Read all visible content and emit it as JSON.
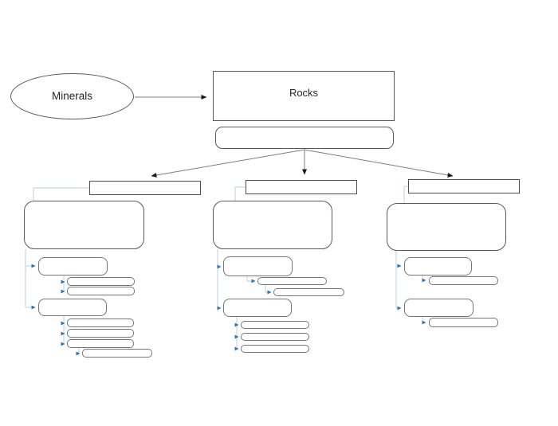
{
  "labels": {
    "minerals": "Minerals",
    "rocks": "Rocks"
  },
  "colors": {
    "background": "#ffffff",
    "shape_border": "#595959",
    "child_border": "#757575",
    "header_border": "#4d4d4d",
    "dark_line": "#7d7d7d",
    "dark_arrow": "#1a1a1a",
    "tree_line": "#b9cfe4",
    "tree_arrow": "#2e75b6",
    "text": "#262626"
  },
  "diagram": {
    "type": "concept-map",
    "source_node": {
      "label": "Minerals",
      "shape": "ellipse"
    },
    "root_node": {
      "label": "Rocks",
      "shape": "rectangle"
    },
    "root_subtitle": "",
    "branches": [
      {
        "header": "",
        "summary": "",
        "children": [
          {
            "label": "",
            "items": [
              "",
              ""
            ]
          },
          {
            "label": "",
            "items": [
              "",
              "",
              ""
            ],
            "sub_items": [
              ""
            ]
          }
        ]
      },
      {
        "header": "",
        "summary": "",
        "children": [
          {
            "label": "",
            "items": [
              "",
              ""
            ]
          },
          {
            "label": "",
            "items": [
              "",
              "",
              ""
            ]
          }
        ]
      },
      {
        "header": "",
        "summary": "",
        "children": [
          {
            "label": "",
            "items": [
              ""
            ]
          },
          {
            "label": "",
            "items": [
              ""
            ]
          }
        ]
      }
    ],
    "blank_box_counts": {
      "root_subtitle": 1,
      "left_branch": 10,
      "middle_branch": 9,
      "right_branch": 6
    }
  }
}
